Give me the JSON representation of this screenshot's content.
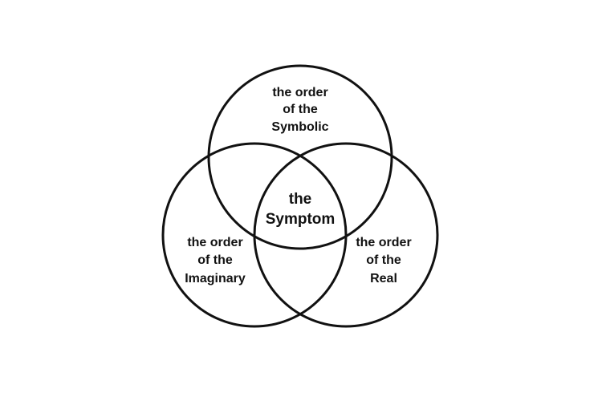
{
  "diagram": {
    "symbolic": {
      "line1": "the order",
      "line2": "of the",
      "line3": "Symbolic"
    },
    "imaginary": {
      "line1": "the order",
      "line2": "of the",
      "line3": "Imaginary"
    },
    "real": {
      "line1": "the order",
      "line2": "of the",
      "line3": "Real"
    },
    "center": {
      "line1": "the",
      "line2": "Symptom"
    },
    "stroke_color": "#111111",
    "background_color": "#ffffff"
  }
}
